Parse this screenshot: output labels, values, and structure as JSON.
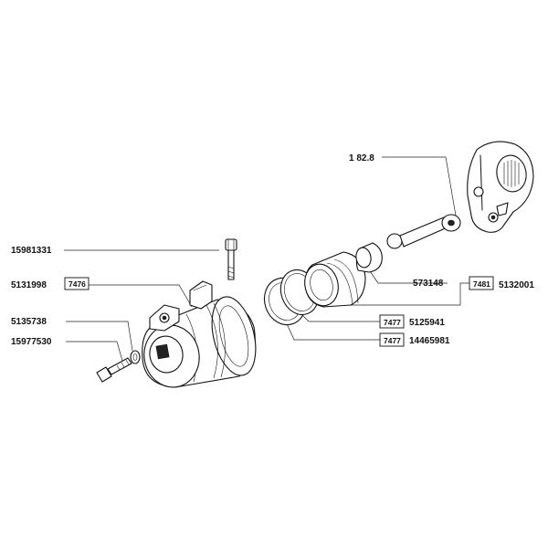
{
  "parts": {
    "p1828": "1 82.8",
    "p15981331": "15981331",
    "p5131998": "5131998",
    "p5131998_box": "7476",
    "p5135738": "5135738",
    "p15977530": "15977530",
    "p573148": "573148",
    "p5132001_box": "7481",
    "p5132001": "5132001",
    "p5125941_box": "7477",
    "p5125941": "5125941",
    "p14465981_box": "7477",
    "p14465981": "14465981"
  }
}
